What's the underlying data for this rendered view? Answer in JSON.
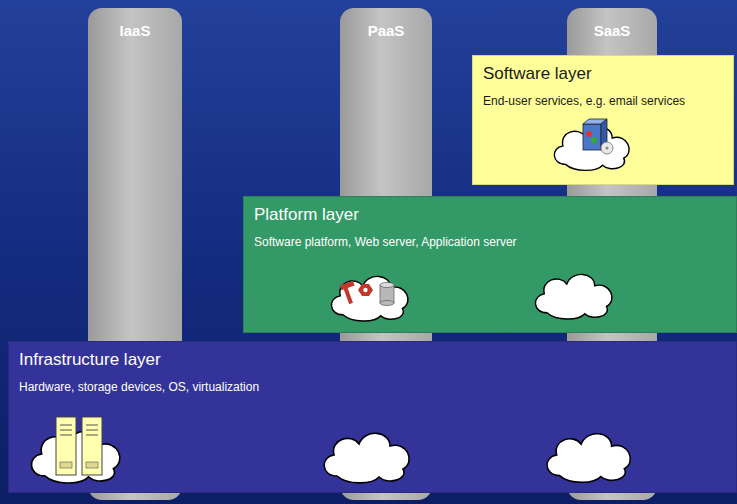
{
  "diagram": {
    "nodes": [
      {
        "text": [
          "IaaS"
        ]
      },
      {
        "text": [
          "PaaS"
        ]
      },
      {
        "text": [
          "SaaS"
        ]
      },
      {
        "text": [
          "Software layer",
          "End-user services, e.g. email services"
        ]
      },
      {
        "text": [
          "Platform layer",
          "Software platform, Web server, Application server"
        ]
      },
      {
        "text": [
          "Infrastructure layer",
          "Hardware, storage devices, OS, virtualization"
        ]
      }
    ]
  }
}
